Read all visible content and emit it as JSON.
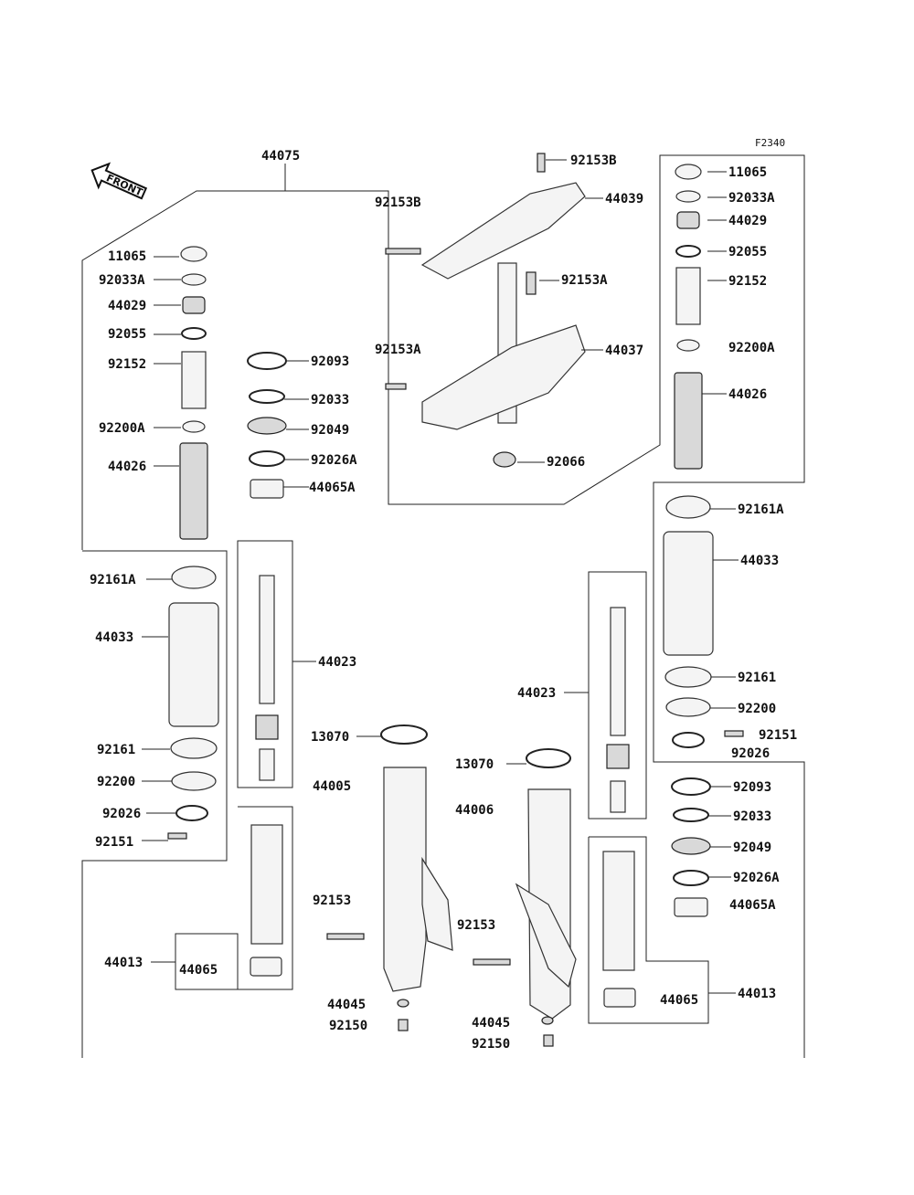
{
  "figure_code": "F2340",
  "front_marker": "FRONT",
  "labels": {
    "top_center": [
      "44075",
      "92153B",
      "92153B",
      "44039",
      "92153A",
      "44037",
      "92153A",
      "92066"
    ],
    "left_column": [
      "11065",
      "92033A",
      "44029",
      "92055",
      "92152",
      "92200A",
      "44026",
      "92161A",
      "44033",
      "92161",
      "92200",
      "92026",
      "92151",
      "44013",
      "44065"
    ],
    "left_middle": [
      "92093",
      "92033",
      "92049",
      "92026A",
      "44065A",
      "44023"
    ],
    "fork_left": [
      "13070",
      "44005",
      "92153",
      "44045",
      "92150"
    ],
    "fork_right": [
      "44023",
      "13070",
      "44006",
      "92153",
      "44045",
      "92150"
    ],
    "right_column": [
      "11065",
      "92033A",
      "44029",
      "92055",
      "92152",
      "92200A",
      "44026",
      "92161A",
      "44033",
      "92161",
      "92200",
      "92151",
      "92026",
      "92093",
      "92033",
      "92049",
      "92026A",
      "44065A",
      "44065",
      "44013"
    ]
  }
}
